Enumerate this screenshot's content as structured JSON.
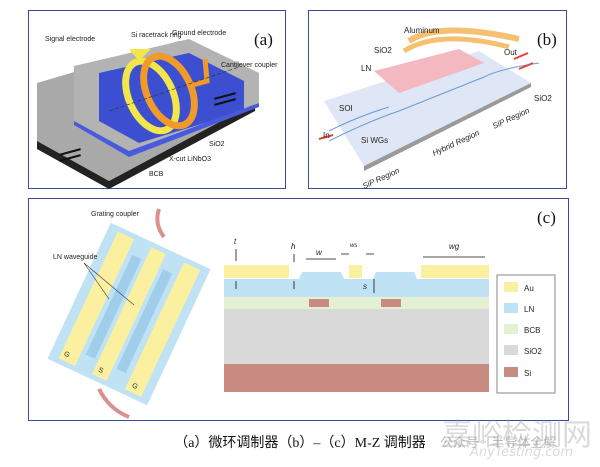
{
  "panel_a": {
    "tag": "(a)",
    "labels": {
      "signal_electrode": "Signal electrode",
      "ring": "Si racetrack ring",
      "ground_electrode": "Ground electrode",
      "cantilever": "Cantilever coupler",
      "sio2": "SiO2",
      "xcut": "X-cut LiNbO3",
      "bcb": "BCB"
    }
  },
  "panel_b": {
    "tag": "(b)",
    "labels": {
      "aluminum": "Aluminum",
      "sio2_top": "SiO2",
      "ln": "LN",
      "out": "Out",
      "sio2_right": "SiO2",
      "soi": "SOI",
      "in": "In",
      "si_wgs": "Si WGs",
      "hybrid": "Hybrid Region",
      "sip_right": "SiP Region",
      "sip_left": "SiP Region"
    }
  },
  "panel_c": {
    "tag": "(c)",
    "labels": {
      "grating": "Grating coupler",
      "ln_waveguide": "LN waveguide",
      "g1": "G",
      "s": "S",
      "g2": "G",
      "t": "t",
      "h": "h",
      "w": "w",
      "ws": "ws",
      "wg": "wg",
      "s_dim": "s"
    },
    "legend": [
      {
        "label": "Au",
        "color": "#fbf0a0"
      },
      {
        "label": "LN",
        "color": "#bfe2f5"
      },
      {
        "label": "BCB",
        "color": "#e3f0d4"
      },
      {
        "label": "SiO2",
        "color": "#d9d9d9"
      },
      {
        "label": "Si",
        "color": "#c98a82"
      }
    ]
  },
  "caption": "（a）微环调制器（b）–（c）M-Z 调制器",
  "watermark": {
    "main": "嘉峪检测网",
    "account": "公众号 · 半导体全解",
    "url": "AnyTesting.com"
  }
}
